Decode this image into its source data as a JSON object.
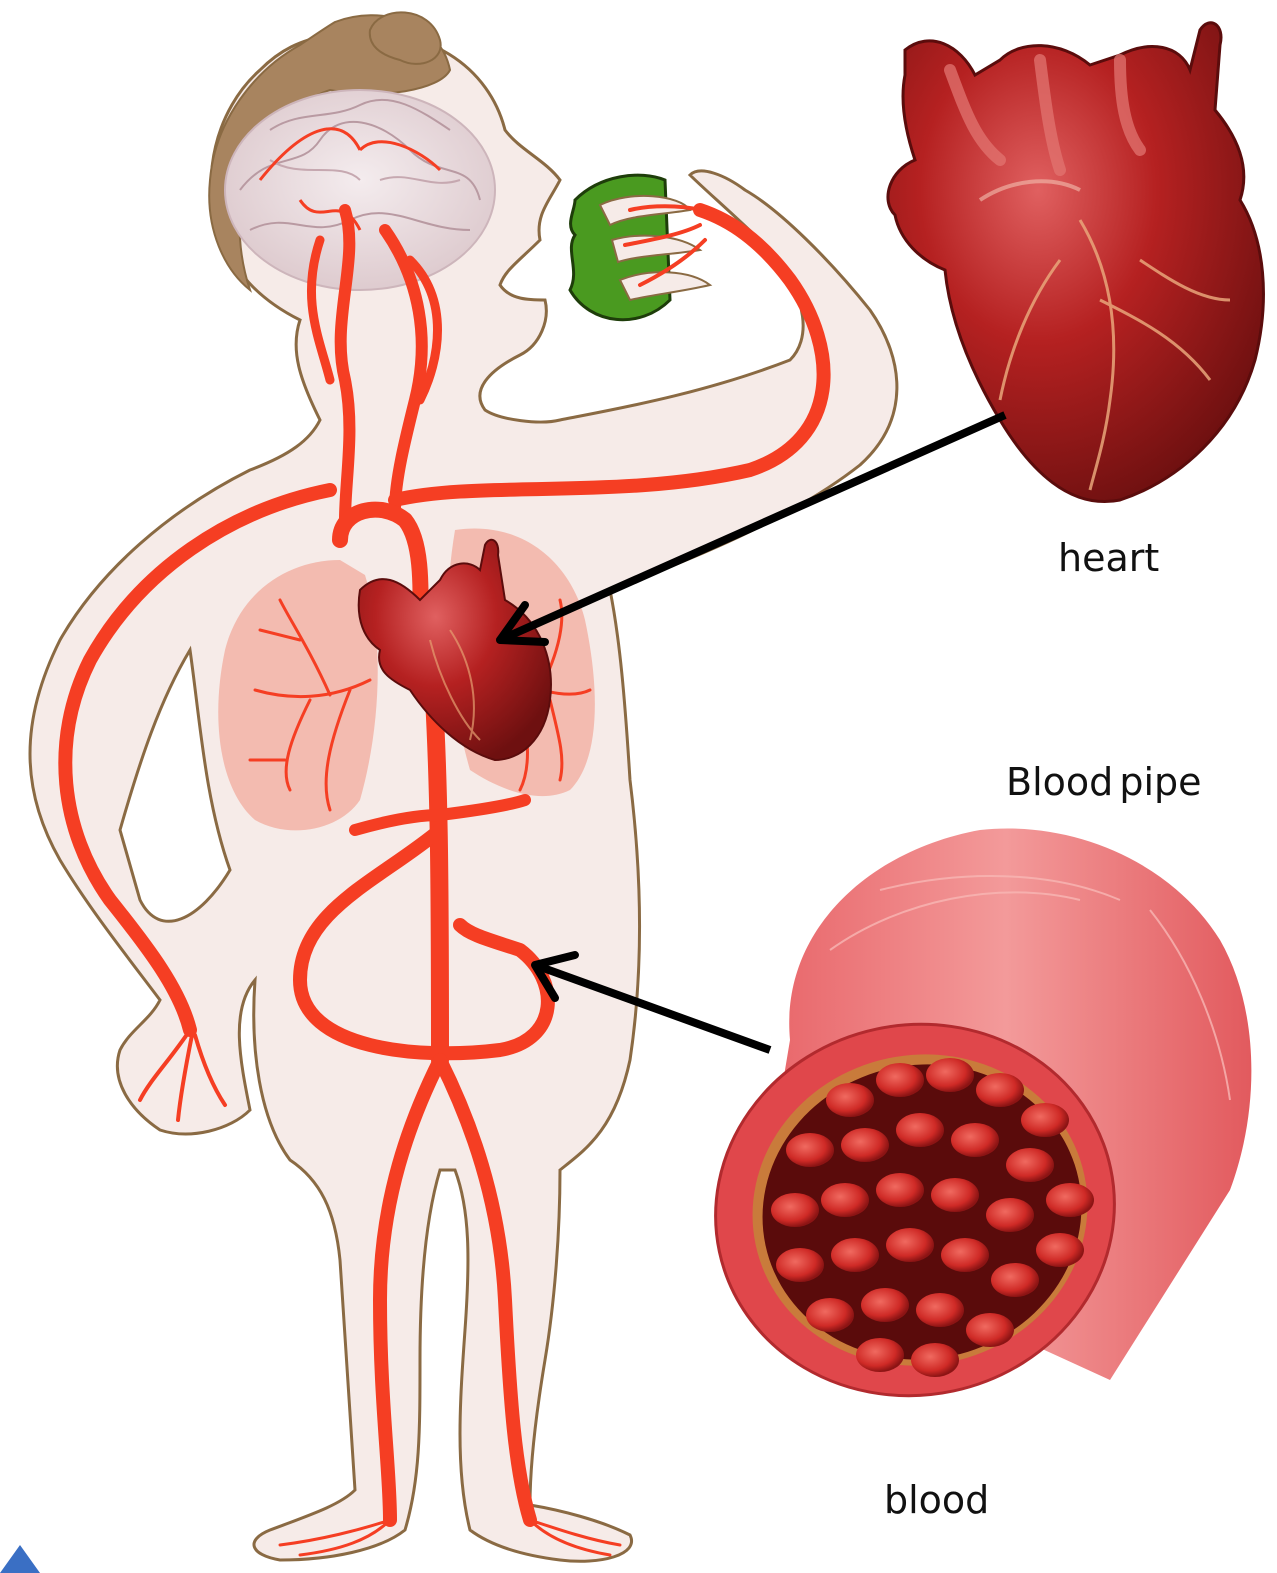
{
  "labels": {
    "heart": "heart",
    "blood_pipe": "Blood pipe",
    "blood": "blood"
  },
  "colors": {
    "artery": "#f53e23",
    "body_fill": "#f6ebe8",
    "body_outline": "#8a6a43",
    "hair": "#a8845f",
    "lung": "#f2b3a6",
    "heart_dark": "#7e1414",
    "heart_main": "#b52121",
    "vessel_outer": "#ea6f72",
    "vessel_inner": "#5a0b0b",
    "blood_cell": "#d9302c",
    "apple": "#4a9a20",
    "arrow": "#000000"
  }
}
